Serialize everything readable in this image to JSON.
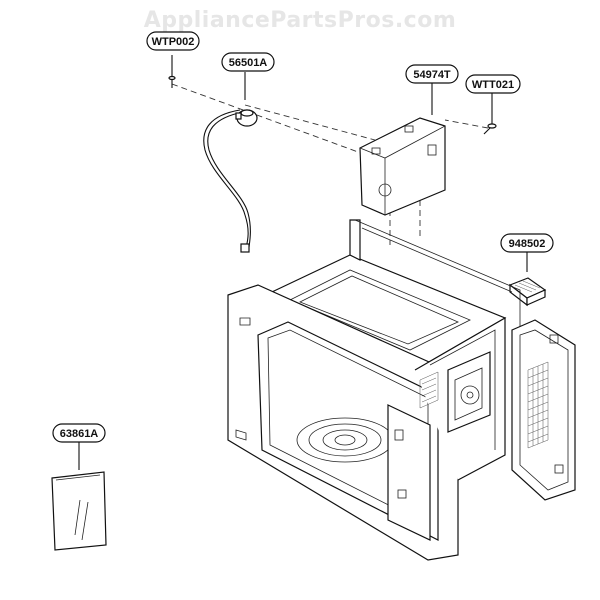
{
  "watermark": "AppliancePartsPros.com",
  "parts": [
    {
      "label": "WTP002"
    },
    {
      "label": "56501A"
    },
    {
      "label": "54974T"
    },
    {
      "label": "WTT021"
    },
    {
      "label": "948502"
    },
    {
      "label": "63861A"
    }
  ]
}
